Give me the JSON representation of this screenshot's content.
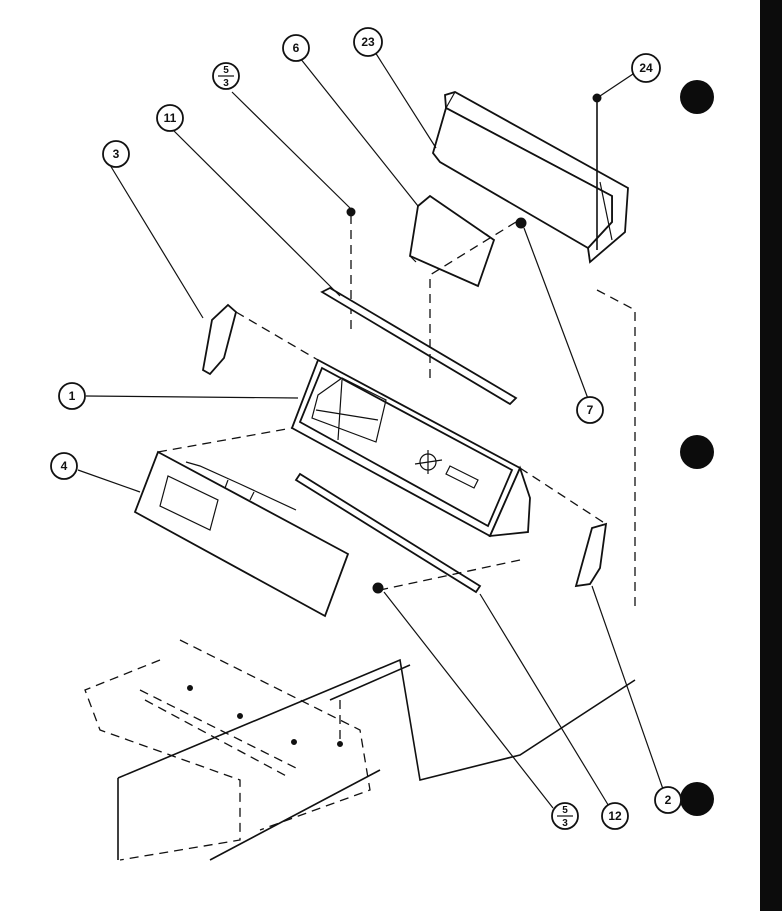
{
  "callouts": [
    {
      "id": "c1",
      "label": "1"
    },
    {
      "id": "c2",
      "label": "2"
    },
    {
      "id": "c3",
      "label": "3"
    },
    {
      "id": "c4",
      "label": "4"
    },
    {
      "id": "c5a",
      "numerator": "5",
      "denominator": "3"
    },
    {
      "id": "c5b",
      "numerator": "5",
      "denominator": "3"
    },
    {
      "id": "c6",
      "label": "6"
    },
    {
      "id": "c7",
      "label": "7"
    },
    {
      "id": "c11",
      "label": "11"
    },
    {
      "id": "c12",
      "label": "12"
    },
    {
      "id": "c23",
      "label": "23"
    },
    {
      "id": "c24",
      "label": "24"
    }
  ],
  "colors": {
    "ink": "#111111",
    "paper": "#ffffff",
    "binder_edge": "#0c0c0c"
  }
}
